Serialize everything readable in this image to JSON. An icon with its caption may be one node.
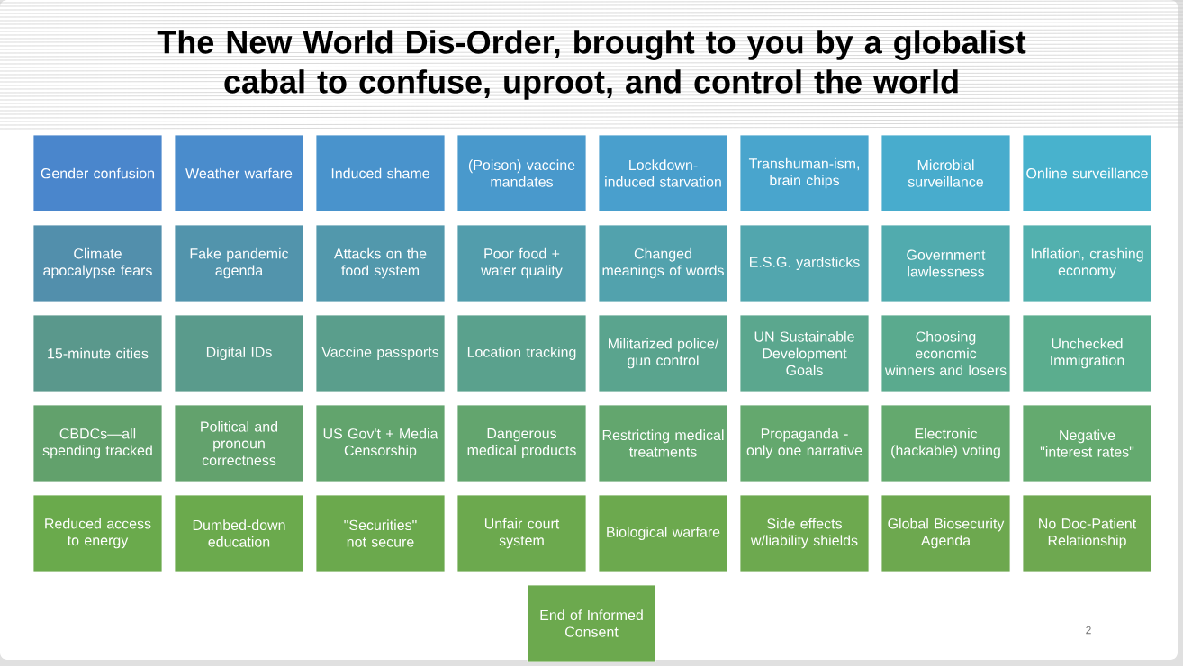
{
  "diagram": {
    "title": "The New World Dis-Order, brought to you by a globalist cabal to confuse, uproot, and control the world",
    "nodes": [
      {
        "text": [
          "Gender confusion"
        ]
      },
      {
        "text": [
          "Weather warfare"
        ]
      },
      {
        "text": [
          "Induced shame"
        ]
      },
      {
        "text": [
          "(Poison) vaccine mandates"
        ]
      },
      {
        "text": [
          "Lockdown-induced starvation"
        ]
      },
      {
        "text": [
          "Transhuman-ism, brain chips"
        ]
      },
      {
        "text": [
          "Microbial surveillance"
        ]
      },
      {
        "text": [
          "Online surveillance"
        ]
      },
      {
        "text": [
          "Climate apocalypse fears"
        ]
      },
      {
        "text": [
          "Fake pandemic agenda"
        ]
      },
      {
        "text": [
          "Attacks on the food system"
        ]
      },
      {
        "text": [
          "Poor food + water quality"
        ]
      },
      {
        "text": [
          "Changed meanings of words"
        ]
      },
      {
        "text": [
          "E.S.G. yardsticks"
        ]
      },
      {
        "text": [
          "Government lawlessness"
        ]
      },
      {
        "text": [
          "Inflation, crashing economy"
        ]
      },
      {
        "text": [
          "15-minute cities"
        ]
      },
      {
        "text": [
          "Digital IDs"
        ]
      },
      {
        "text": [
          "Vaccine passports"
        ]
      },
      {
        "text": [
          "Location tracking"
        ]
      },
      {
        "text": [
          "Militarized police/ gun control"
        ]
      },
      {
        "text": [
          "UN Sustainable Development Goals"
        ]
      },
      {
        "text": [
          "Choosing economic winners and losers"
        ]
      },
      {
        "text": [
          "Unchecked Immigration"
        ]
      },
      {
        "text": [
          "CBDCs—all spending tracked"
        ]
      },
      {
        "text": [
          "Political and pronoun correctness"
        ]
      },
      {
        "text": [
          "US Gov't + Media Censorship"
        ]
      },
      {
        "text": [
          "Dangerous medical products"
        ]
      },
      {
        "text": [
          "Restricting medical treatments"
        ]
      },
      {
        "text": [
          "Propaganda - only one narrative"
        ]
      },
      {
        "text": [
          "Electronic (hackable) voting"
        ]
      },
      {
        "text": [
          "Negative \"interest rates\""
        ]
      },
      {
        "text": [
          "Reduced access to energy"
        ]
      },
      {
        "text": [
          "Dumbed-down education"
        ]
      },
      {
        "text": [
          "\"Securities\" not secure"
        ]
      },
      {
        "text": [
          "Unfair court system"
        ]
      },
      {
        "text": [
          "Biological warfare"
        ]
      },
      {
        "text": [
          "Side effects w/liability shields"
        ]
      },
      {
        "text": [
          "Global Biosecurity Agenda"
        ]
      },
      {
        "text": [
          "No Doc-Patient Relationship"
        ]
      },
      {
        "text": [
          "End of Informed Consent"
        ]
      }
    ],
    "labels": [
      "2"
    ]
  }
}
